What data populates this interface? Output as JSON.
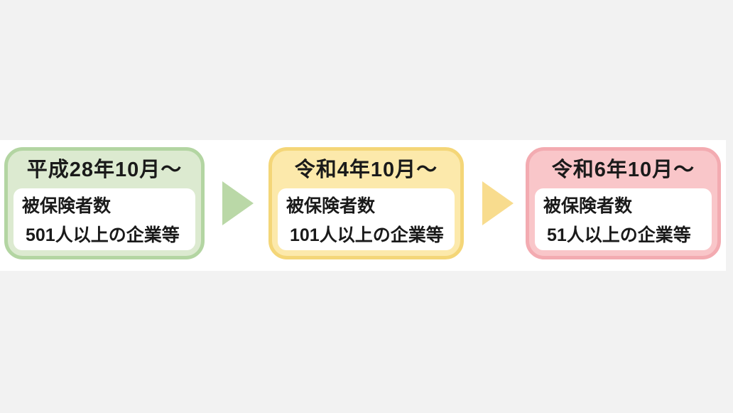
{
  "diagram": {
    "description_colors": {
      "page_background": "#f2f2f2",
      "band_background": "#ffffff",
      "text_color": "#1a1a1a"
    },
    "stages": [
      {
        "title": "平成28年10月～",
        "line1": "被保険者数",
        "line2": "501人以上の企業等",
        "fill": "#dcead0",
        "border": "#b3d5a2"
      },
      {
        "title": "令和4年10月～",
        "line1": "被保険者数",
        "line2": "101人以上の企業等",
        "fill": "#fce9ab",
        "border": "#f4d678"
      },
      {
        "title": "令和6年10月～",
        "line1": "被保険者数",
        "line2": "51人以上の企業等",
        "fill": "#f9c6c9",
        "border": "#f3abb1"
      }
    ],
    "arrows": [
      {
        "color": "#bad8a7"
      },
      {
        "color": "#f8dc8e"
      }
    ]
  }
}
